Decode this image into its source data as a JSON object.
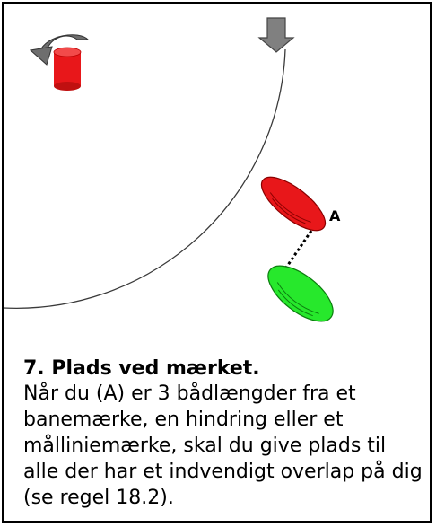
{
  "diagram": {
    "boat_labels": [
      "A"
    ],
    "boat_colors": {
      "boat_a": "#e8171a",
      "boat_b": "#27e82c"
    },
    "mark_color": "#e8171a",
    "wind_arrow_color": "#808080",
    "zone_circle_color": "#3a3a3a",
    "rounding_arrow_color": "#6e6e6e"
  },
  "caption": {
    "title": "7. Plads ved mærket.",
    "body": "Når du (A) er 3 bådlængder fra et banemærke, en hindring eller et målliniemærke, skal du give plads til alle der har et indvendigt overlap på dig (se regel 18.2)."
  }
}
